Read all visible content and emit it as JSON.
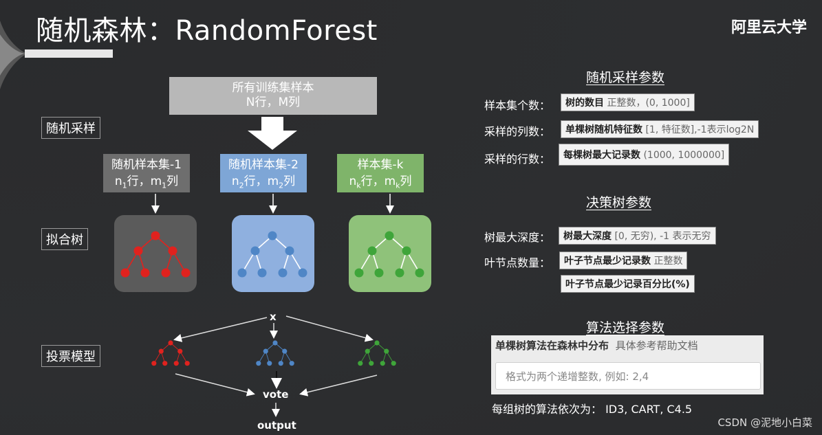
{
  "header": {
    "title": "随机森林：RandomForest",
    "brand": "阿里云大学"
  },
  "diagram": {
    "source_box": {
      "line1": "所有训练集样本",
      "line2": "N行，M列"
    },
    "labels": {
      "random_sampling": "随机采样",
      "fit_trees": "拟合树",
      "voting_model": "投票模型"
    },
    "samples": [
      {
        "title": "随机样本集-1",
        "rows": "n",
        "sub": "1",
        "cols": "m",
        "sub2": "1",
        "row_suffix": "行，",
        "col_suffix": "列",
        "color": "#6e6e6e"
      },
      {
        "title": "随机样本集-2",
        "rows": "n",
        "sub": "2",
        "cols": "m",
        "sub2": "2",
        "row_suffix": "行，",
        "col_suffix": "列",
        "color": "#7ea6d6"
      },
      {
        "title": "样本集-k",
        "rows": "n",
        "sub": "k",
        "cols": "m",
        "sub2": "k",
        "row_suffix": "行，",
        "col_suffix": "列",
        "color": "#7fb46a"
      }
    ],
    "tree_colors": [
      "#e0221e",
      "#4f86c6",
      "#3fa53a"
    ],
    "vote": {
      "input": "x",
      "vote": "vote",
      "output": "output"
    }
  },
  "params": {
    "sampling": {
      "title": "随机采样参数",
      "rows": [
        {
          "label": "样本集个数：",
          "strong": "树的数目",
          "rest": "正整数，(0, 1000]"
        },
        {
          "label": "采样的列数：",
          "strong": "单棵树随机特征数",
          "rest": "[1, 特征数],-1表示log2N"
        },
        {
          "label": "采样的行数：",
          "strong": "每棵树最大记录数",
          "rest": "(1000, 1000000]"
        }
      ]
    },
    "tree": {
      "title": "决策树参数",
      "rows": [
        {
          "label": "树最大深度：",
          "strong": "树最大深度",
          "rest": "[0, 无穷), -1 表示无穷"
        },
        {
          "label": "叶节点数量：",
          "strong": "叶子节点最少记录数",
          "rest": "正整数"
        },
        {
          "label": "",
          "strong": "叶子节点最少记录百分比(%)",
          "rest": ""
        }
      ]
    },
    "algorithm": {
      "title": "算法选择参数",
      "head_strong": "单棵树算法在森林中分布",
      "head_rest": "具体参考帮助文档",
      "input_placeholder": "格式为两个递增整数, 例如: 2,4",
      "order": "每组树的算法依次为： ID3, CART, C4.5"
    }
  },
  "watermark": "CSDN @泥地小白菜"
}
